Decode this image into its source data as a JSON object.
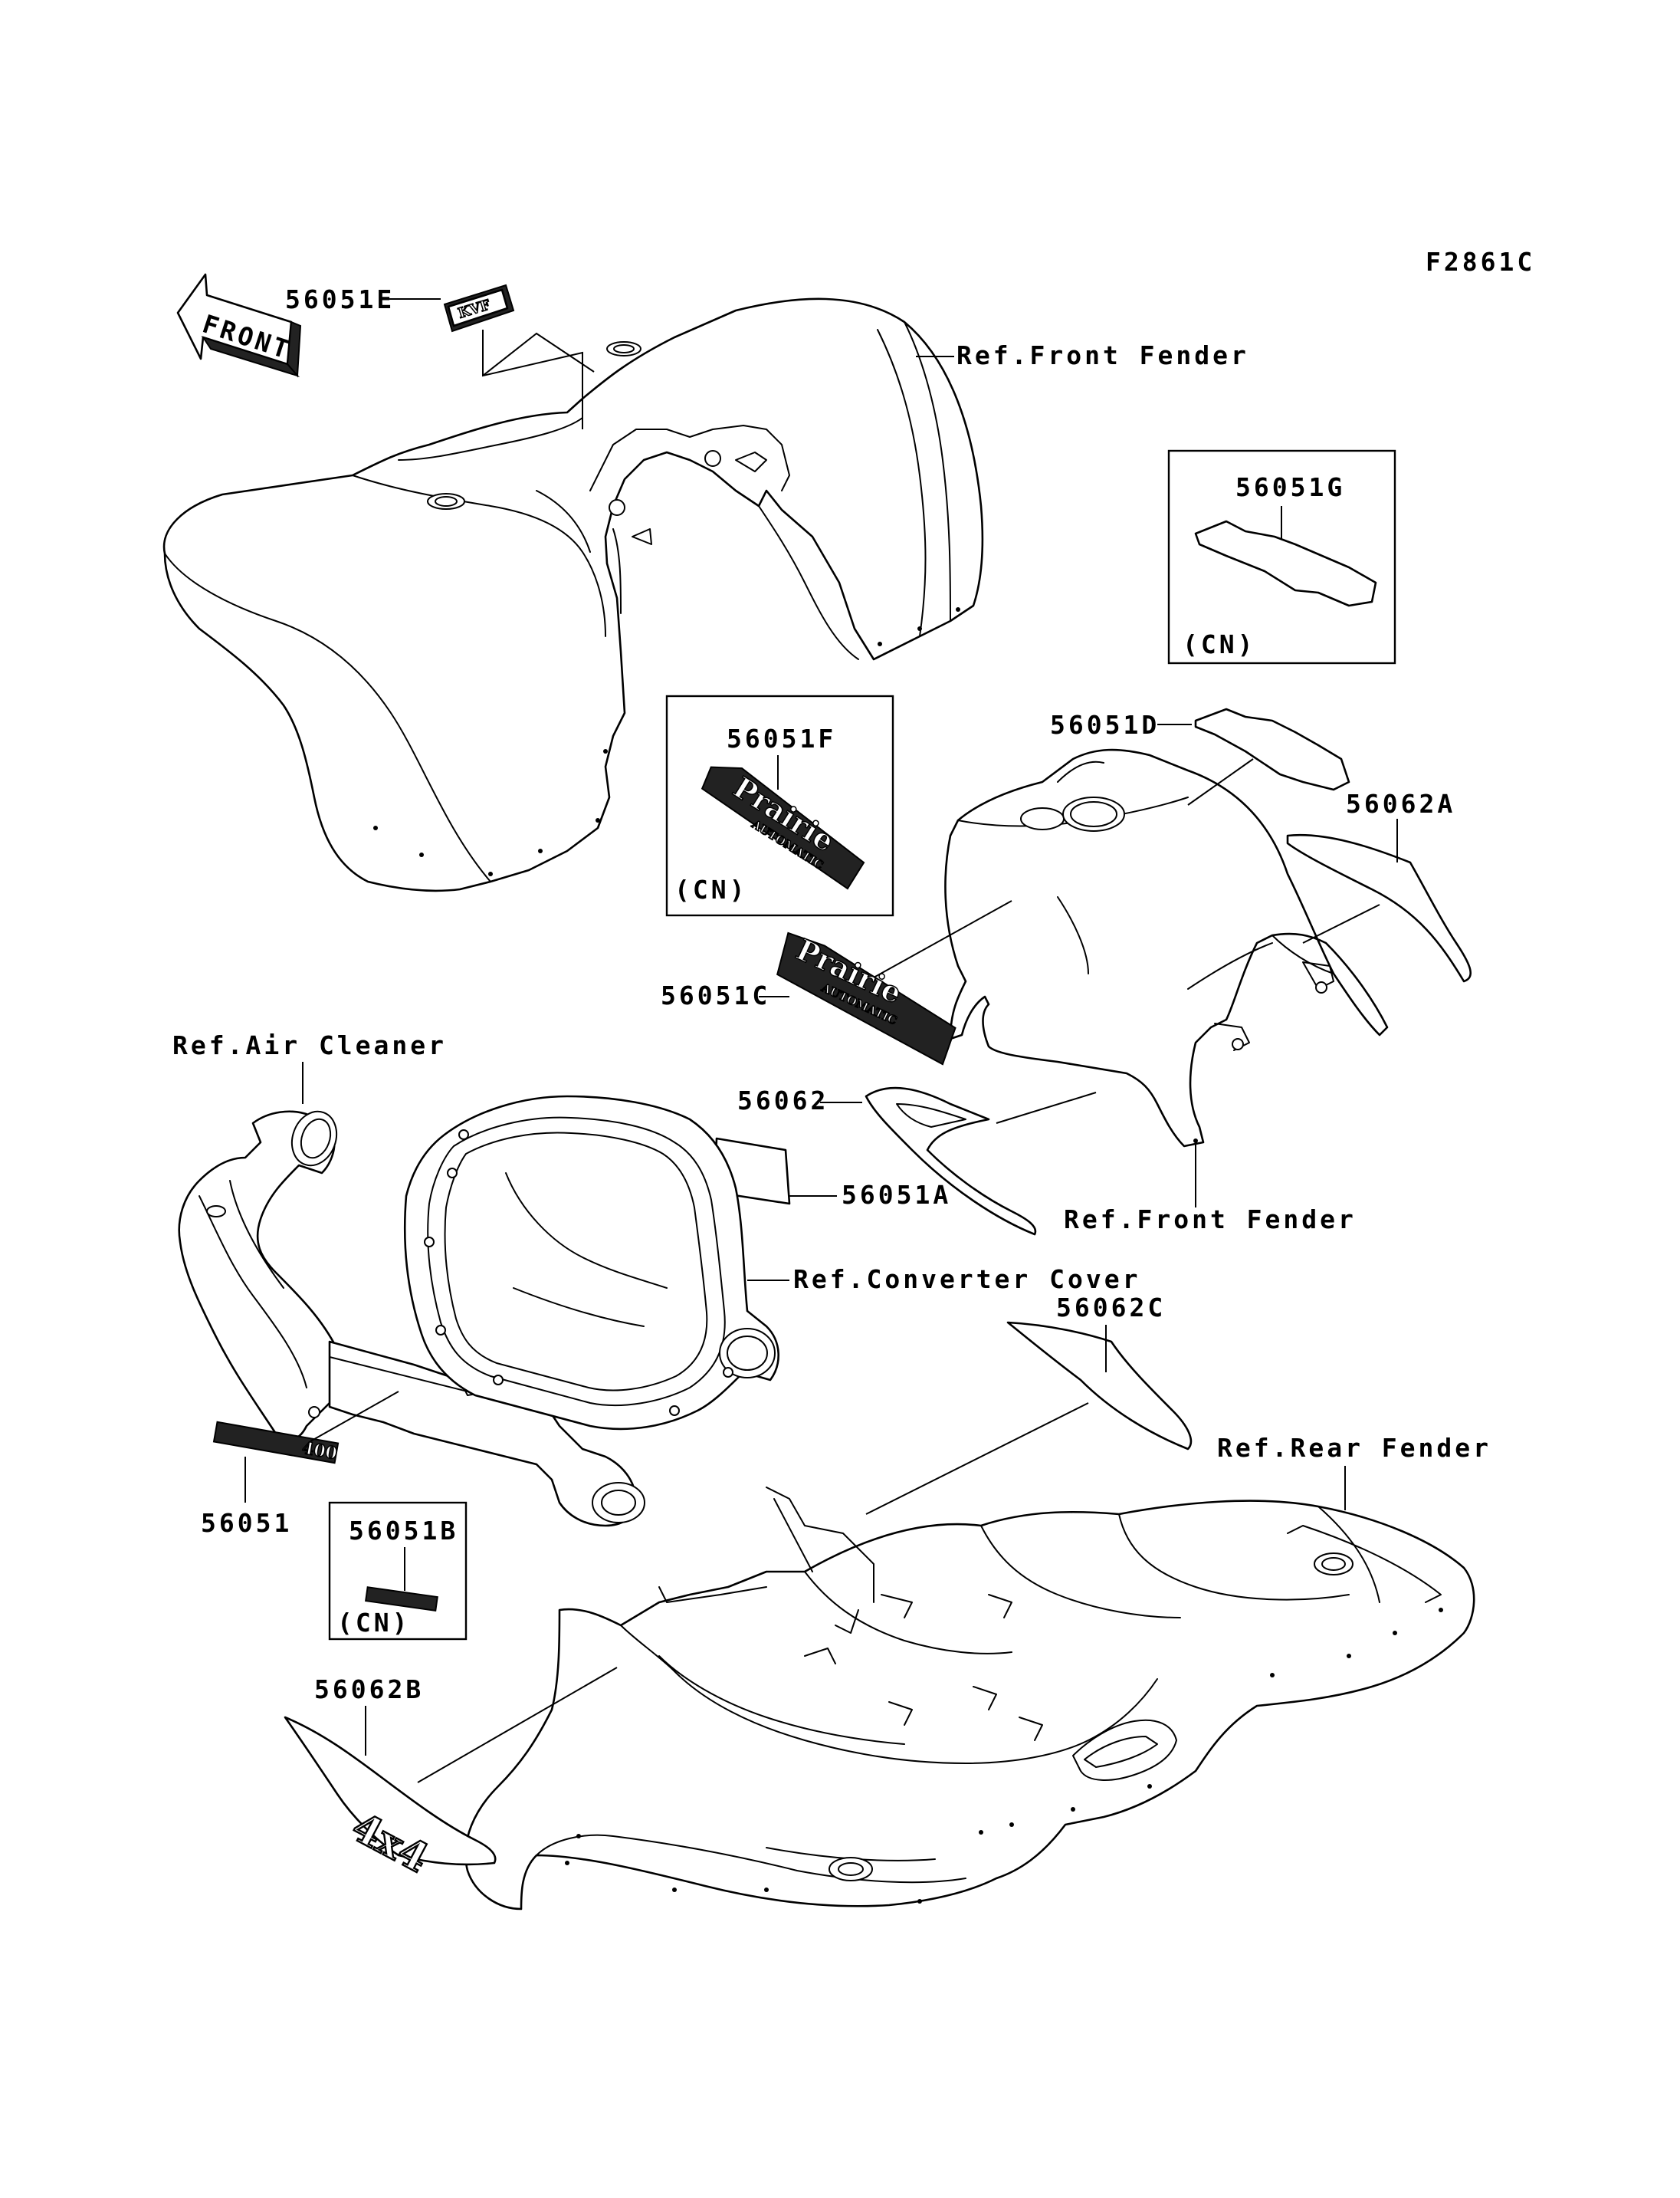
{
  "diagram_id": "F2861C",
  "direction_arrow": {
    "text": "FRONT",
    "icon": "front-direction-arrow-icon"
  },
  "labels": {
    "p56051E": "56051E",
    "ref_front_fender_top": "Ref.Front Fender",
    "p56051G": "56051G",
    "cn_g": "(CN)",
    "p56051F": "56051F",
    "cn_f": "(CN)",
    "p56051D": "56051D",
    "p56062A": "56062A",
    "p56051C": "56051C",
    "ref_air_cleaner": "Ref.Air Cleaner",
    "p56062": "56062",
    "p56051A": "56051A",
    "ref_front_fender_mid": "Ref.Front Fender",
    "ref_converter_cover": "Ref.Converter Cover",
    "p56062C": "56062C",
    "ref_rear_fender": "Ref.Rear Fender",
    "p56051": "56051",
    "p56051B": "56051B",
    "cn_b": "(CN)",
    "p56062B": "56062B"
  },
  "decals": {
    "prairie_word": "Prairie",
    "automatic_word": "AUTOMATIC",
    "model_number": "400",
    "four_by_four": "4x4"
  }
}
